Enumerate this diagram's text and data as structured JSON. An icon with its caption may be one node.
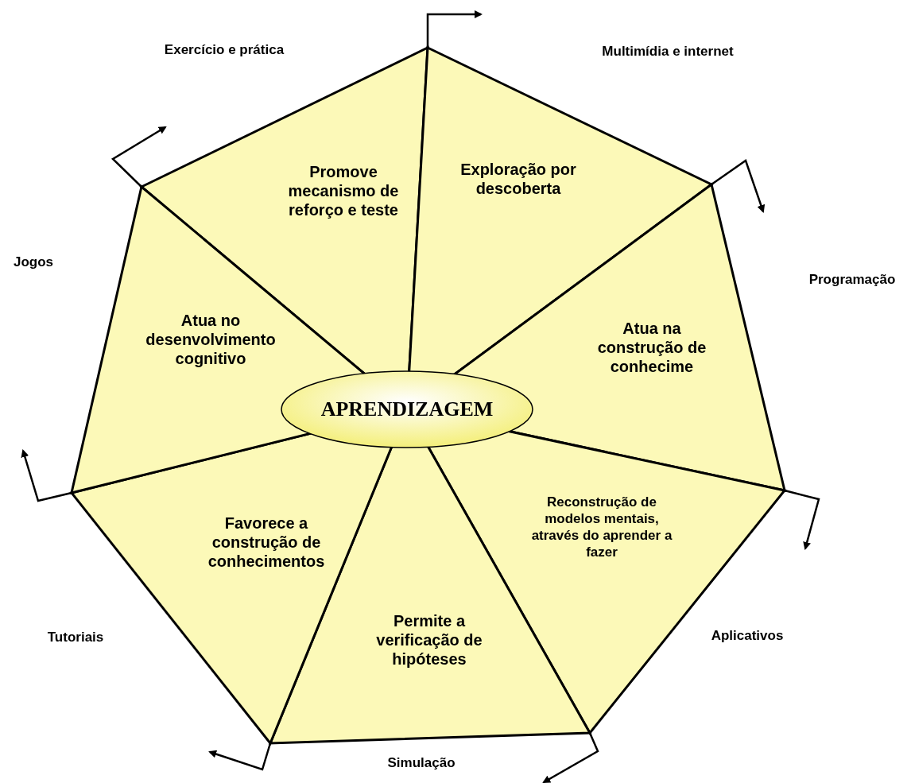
{
  "diagram": {
    "nodes": [
      {
        "text": [
          "APRENDIZAGEM"
        ]
      },
      {
        "text": [
          "Promove mecanismo de reforço e teste"
        ],
        "beside": [
          "Exercício e prática"
        ]
      },
      {
        "text": [
          "Exploração por descoberta"
        ],
        "beside": [
          "Multimídia e internet"
        ]
      },
      {
        "text": [
          "Atua na construção de conhecime"
        ],
        "beside": [
          "Programação"
        ]
      },
      {
        "text": [
          "Reconstrução de modelos mentais, através do aprender a fazer"
        ],
        "beside": [
          "Aplicativos"
        ]
      },
      {
        "text": [
          "Permite a verificação de hipóteses"
        ],
        "beside": [
          "Simulação"
        ]
      },
      {
        "text": [
          "Favorece a construção de conhecimentos"
        ],
        "beside": [
          "Tutoriais"
        ]
      },
      {
        "text": [
          "Atua no desenvolvimento cognitivo"
        ],
        "beside": [
          "Jogos"
        ]
      }
    ],
    "edges": []
  }
}
